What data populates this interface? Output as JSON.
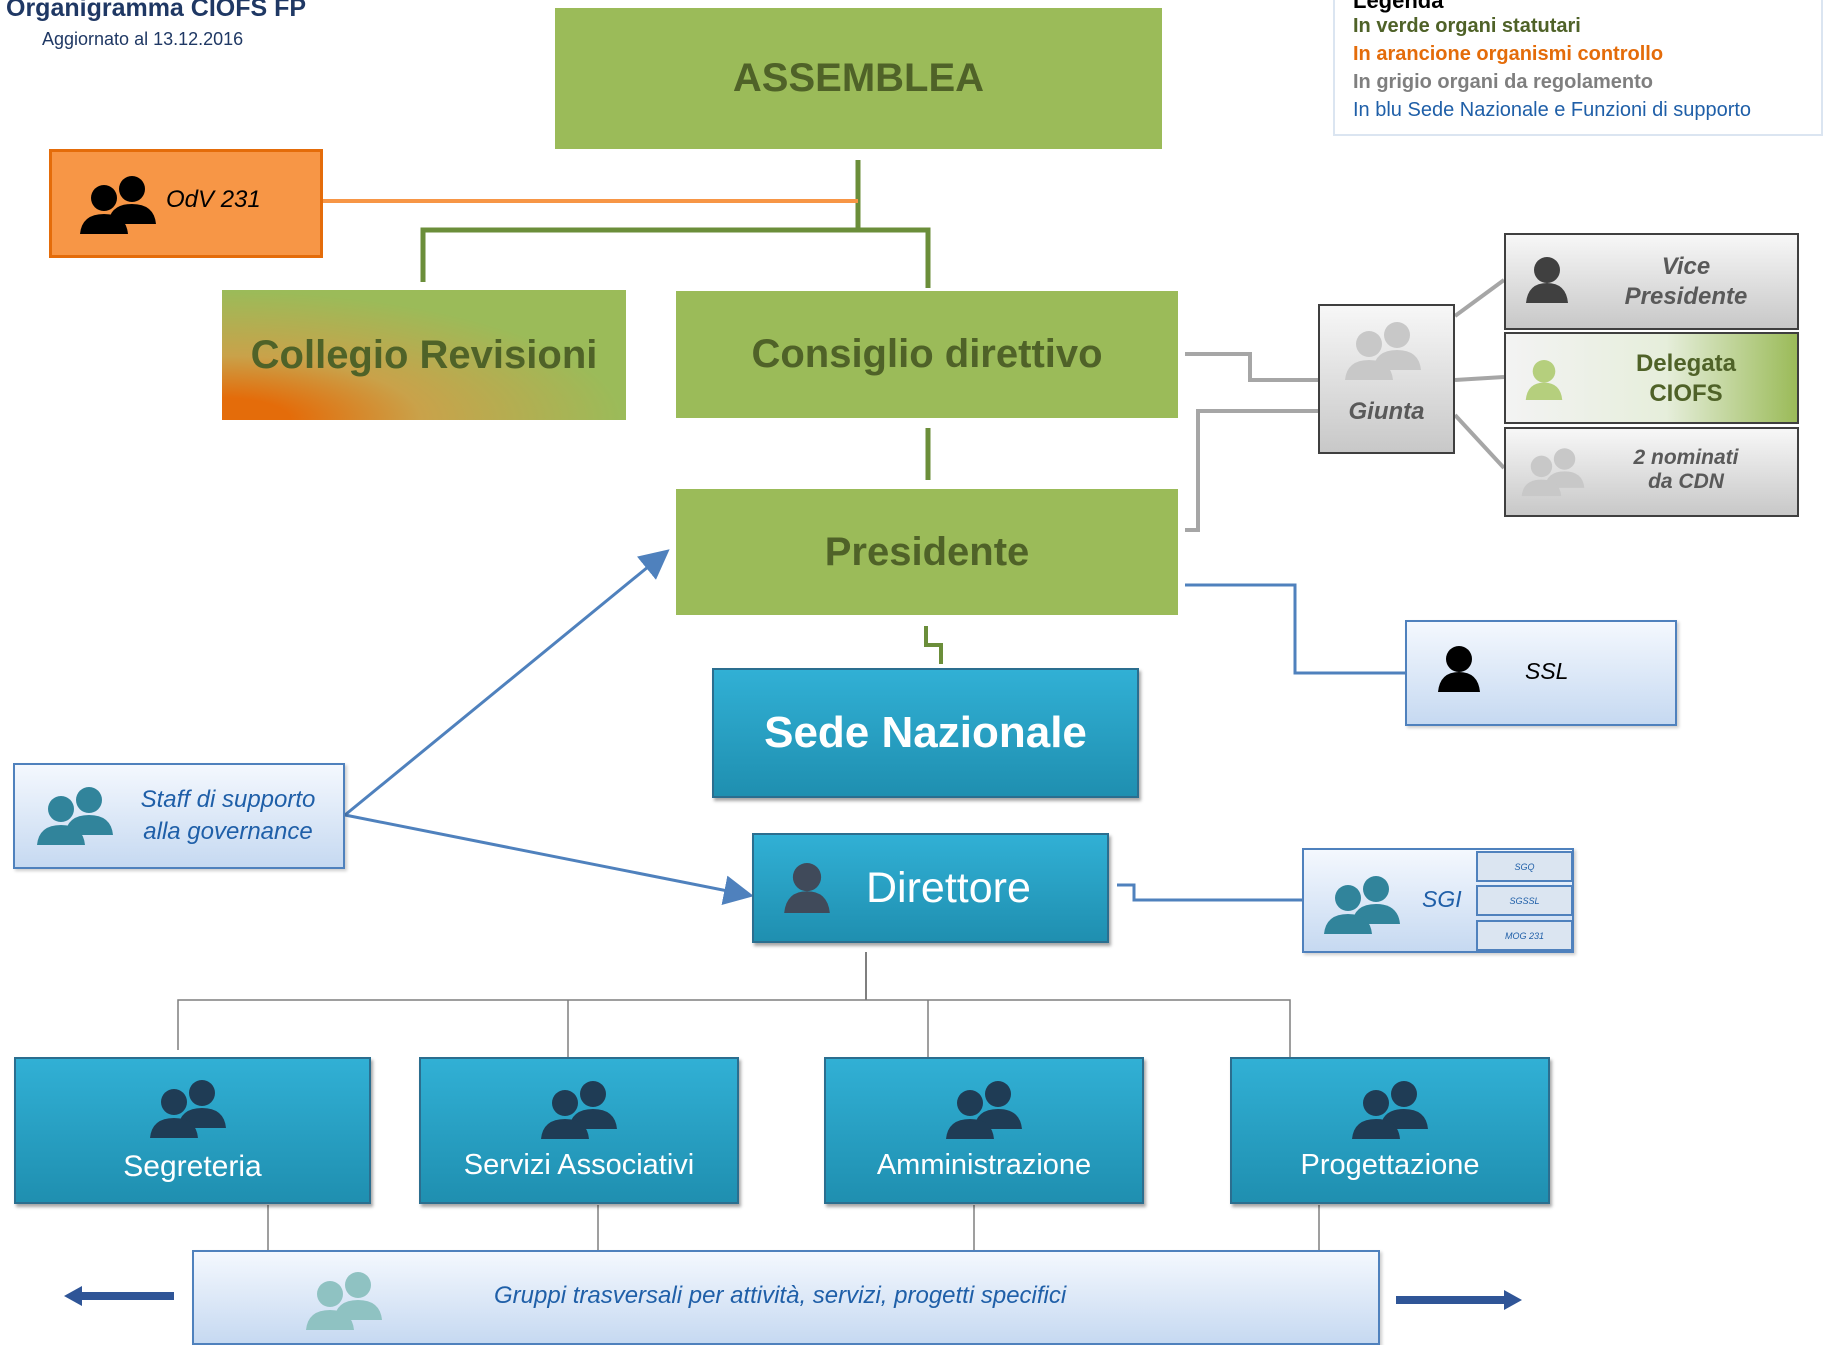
{
  "title": "Organigramma CIOFS FP",
  "updated": "Aggiornato al  13.12.2016",
  "legend": {
    "heading": "Legenda",
    "green": "In verde organi statutari",
    "orange": "In arancione organismi controllo",
    "gray": "In grigio organi da regolamento",
    "blue": "In blu Sede Nazionale e  Funzioni di supporto"
  },
  "colors": {
    "statutory": "#9bbb59",
    "control": "#f79646",
    "regulation": "#bfbfbf",
    "support": "#31b0d5",
    "green_text": "#4f6228",
    "orange_text": "#e46c0a",
    "blue_text": "#1f5fa8"
  },
  "nodes": {
    "assemblea": "ASSEMBLEA",
    "odv": "OdV 231",
    "collegio": "Collegio Revisioni",
    "consiglio": "Consiglio direttivo",
    "presidente": "Presidente",
    "giunta": "Giunta",
    "vice_line1": "Vice",
    "vice_line2": "Presidente",
    "delegata_line1": "Delegata",
    "delegata_line2": "CIOFS",
    "nominati_line1": "2 nominati",
    "nominati_line2": "da CDN",
    "ssl": "SSL",
    "sede": "Sede Nazionale",
    "staff_line1": "Staff di supporto",
    "staff_line2": "alla governance",
    "direttore": "Direttore",
    "sgi": "SGI",
    "sgi_items": [
      "SGQ",
      "SGSSL",
      "MOG 231"
    ],
    "segreteria": "Segreteria",
    "servizi": "Servizi Associativi",
    "amministrazione": "Amministrazione",
    "progettazione": "Progettazione",
    "gruppi": "Gruppi trasversali per attività, servizi, progetti specifici"
  },
  "icons": [
    "group-icon",
    "person-icon"
  ]
}
